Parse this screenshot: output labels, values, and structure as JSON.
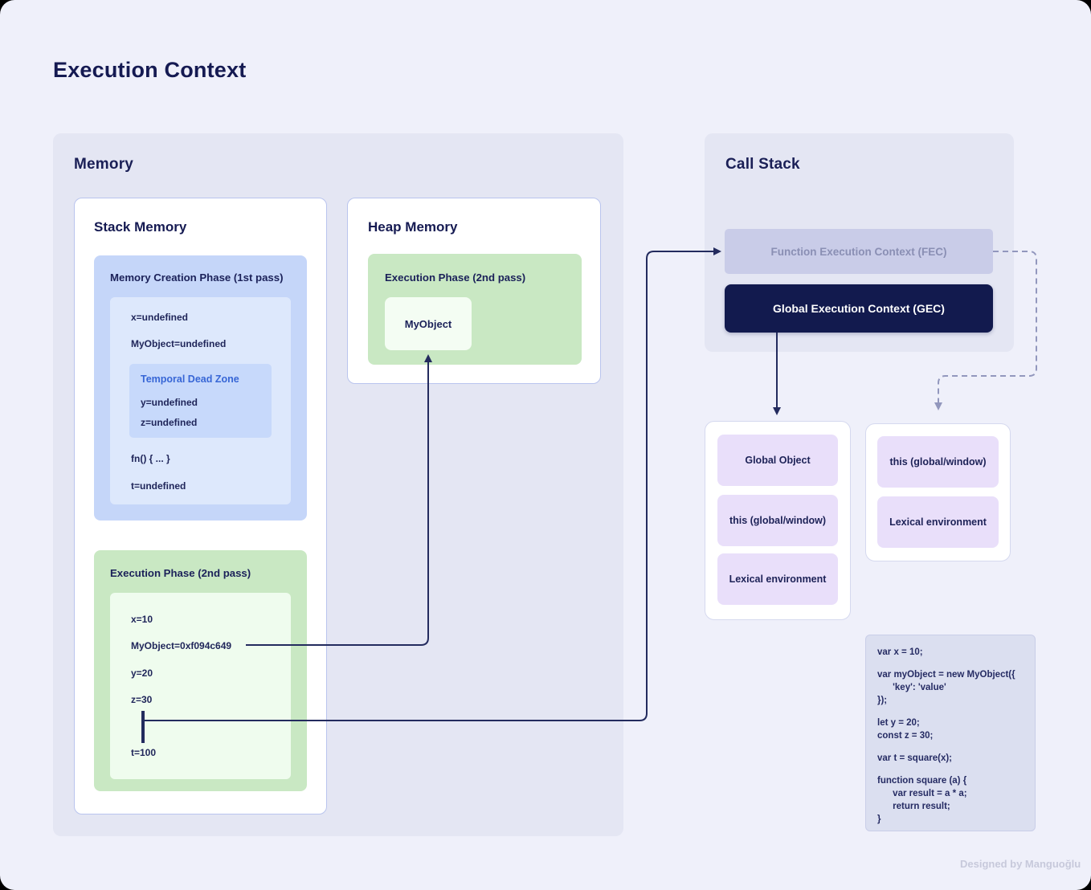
{
  "page": {
    "title": "Execution Context",
    "footer": "Designed by Manguoğlu"
  },
  "memory": {
    "title": "Memory",
    "stack": {
      "title": "Stack Memory",
      "creation_phase": {
        "title": "Memory Creation Phase (1st pass)",
        "items": [
          "x=undefined",
          "MyObject=undefined"
        ],
        "tdz": {
          "title": "Temporal Dead Zone",
          "items": [
            "y=undefined",
            "z=undefined"
          ]
        },
        "items_after": [
          "fn() { ... }",
          "t=undefined"
        ]
      },
      "execution_phase": {
        "title": "Execution Phase (2nd pass)",
        "items": [
          "x=10",
          "MyObject=0xf094c649",
          "y=20",
          "z=30",
          "t=100"
        ]
      }
    },
    "heap": {
      "title": "Heap Memory",
      "execution_phase": {
        "title": "Execution Phase (2nd pass)",
        "object_label": "MyObject"
      }
    }
  },
  "call_stack": {
    "title": "Call Stack",
    "fec_label": "Function Execution Context (FEC)",
    "gec_label": "Global Execution Context (GEC)"
  },
  "gec_components": [
    "Global Object",
    "this (global/window)",
    "Lexical environment"
  ],
  "fec_components": [
    "this (global/window)",
    "Lexical environment"
  ],
  "code": {
    "lines": [
      "var x = 10;",
      "var myObject = new MyObject({",
      "      'key': 'value'",
      "});",
      "let y = 20;",
      "const z = 30;",
      "var t = square(x);",
      "function square (a) {",
      "      var result = a * a;",
      "      return result;",
      "}"
    ]
  },
  "colors": {
    "page_bg": "#EFF0FA",
    "panel_bg": "#E4E6F3",
    "blue_box": "#C5D6F9",
    "blue_inner": "#DDE8FC",
    "tdz_box": "#C7D9FB",
    "tdz_title": "#3766D6",
    "green_box": "#C9E8C3",
    "green_inner": "#EFFCEE",
    "fec_bg": "#C9CCE8",
    "fec_text": "#8A8FB4",
    "gec_bg": "#121A4E",
    "purple_box": "#E9DFFA",
    "code_bg": "#DBDFF0",
    "navy_text": "#1B2159",
    "arrow": "#232B5E",
    "dashed_arrow": "#9297BD"
  }
}
